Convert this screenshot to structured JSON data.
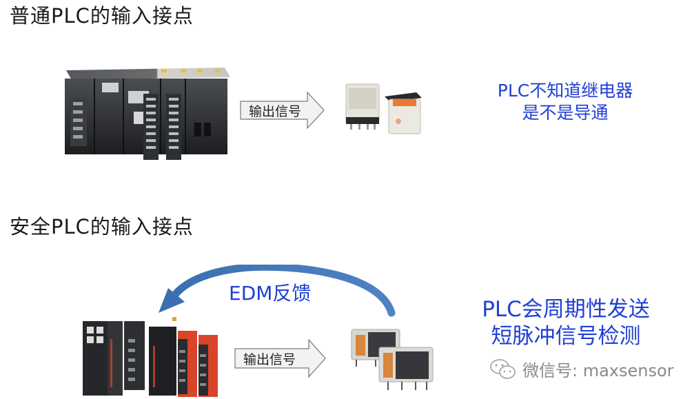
{
  "section_normal": {
    "title": "普通PLC的输入接点",
    "arrow_label": "输出信号",
    "note_line1": "PLC不知道继电器",
    "note_line2": "是不是导通",
    "devices": [
      "plc-rack-image",
      "general-relay-image"
    ]
  },
  "section_safety": {
    "title": "安全PLC的输入接点",
    "feedback_label": "EDM反馈",
    "arrow_label": "输出信号",
    "note_line1": "PLC会周期性发送",
    "note_line2": "短脉冲信号检测",
    "devices": [
      "safety-plc-modules-image",
      "safety-relay-image"
    ]
  },
  "watermark": {
    "icon": "wechat-icon",
    "text": "微信号: maxsensor"
  },
  "colors": {
    "note_blue": "#1f3fd6",
    "feedback_arrow": "#3e72b4",
    "module_red": "#d9452a",
    "plc_dark": "#2b2d30"
  }
}
